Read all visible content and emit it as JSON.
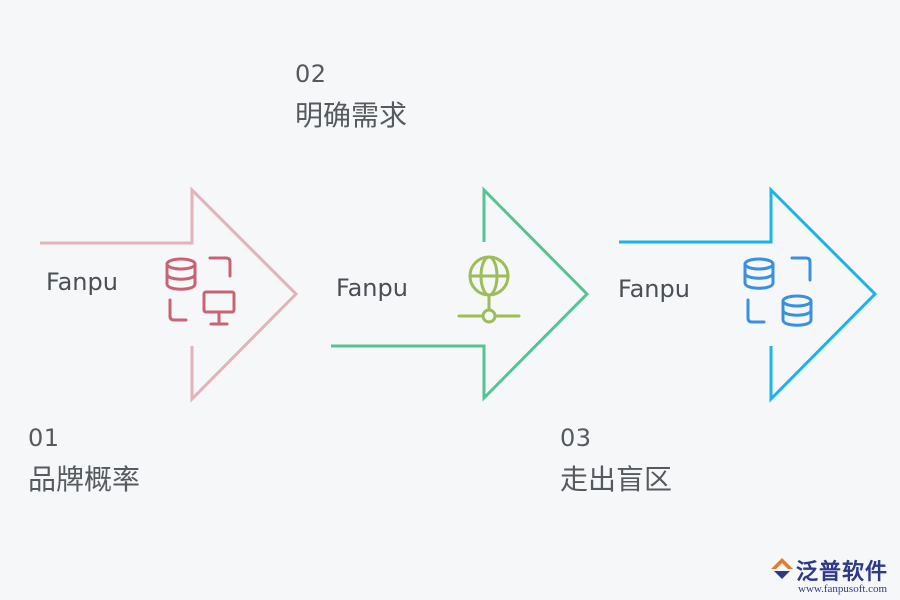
{
  "steps": [
    {
      "number": "01",
      "label": "品牌概率",
      "arrow_text": "Fanpu",
      "icon": "database-monitor-icon",
      "color": "#e2b3b7",
      "icon_color": "#c86472"
    },
    {
      "number": "02",
      "label": "明确需求",
      "arrow_text": "Fanpu",
      "icon": "globe-network-icon",
      "color": "#55c495",
      "icon_color": "#9cbd58"
    },
    {
      "number": "03",
      "label": "走出盲区",
      "arrow_text": "Fanpu",
      "icon": "database-sync-icon",
      "color": "#1ab4e8",
      "icon_color": "#3b8fe0"
    }
  ],
  "logo": {
    "name": "泛普软件",
    "url": "www.fanpusoft.com",
    "color": "#2f3a86"
  }
}
